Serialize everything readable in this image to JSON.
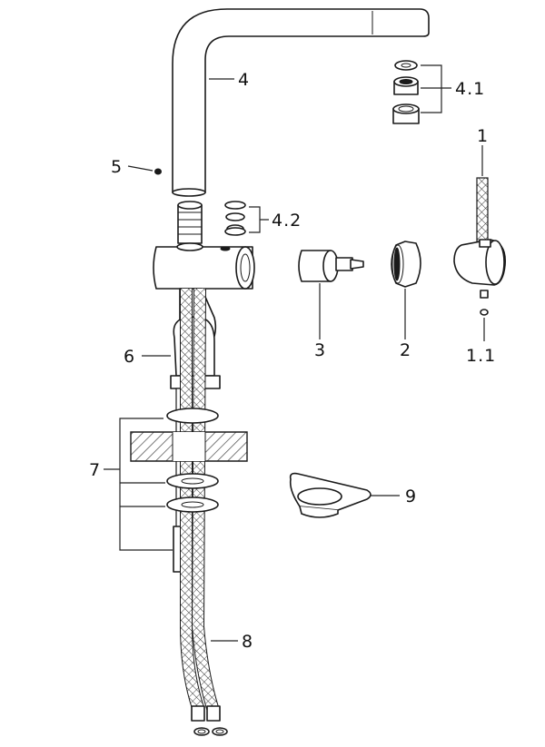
{
  "labels": {
    "spout": "4",
    "aerator_set": "4.1",
    "handle": "1",
    "grub_screw": "5",
    "seal_set": "4.2",
    "cartridge": "3",
    "cover": "2",
    "handle_screw": "1.1",
    "body": "6",
    "mounting_set": "7",
    "handle_tool": "9",
    "hoses": "8"
  },
  "colors": {
    "line": "#1a1a1a",
    "hatch": "#444444",
    "background": "#ffffff"
  }
}
